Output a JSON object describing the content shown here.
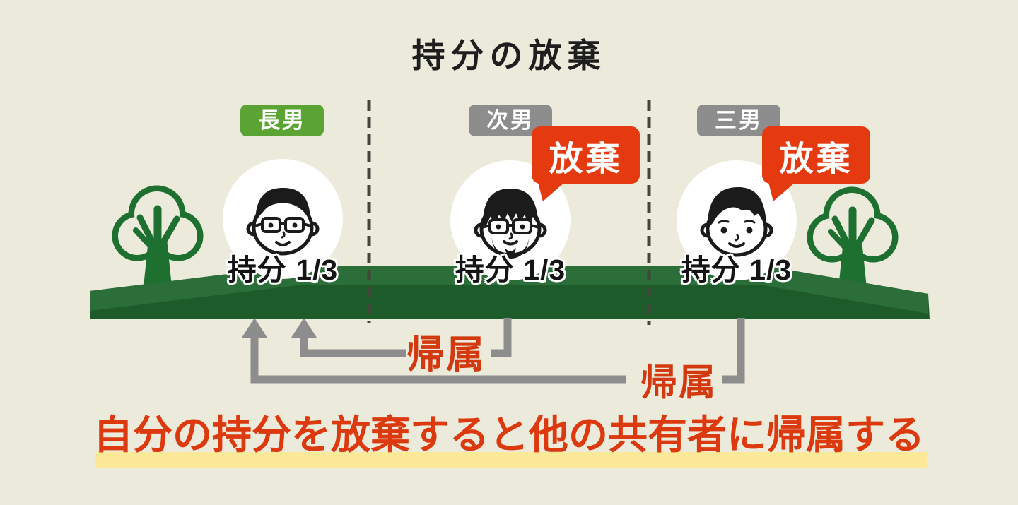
{
  "title": "持分の放棄",
  "people": [
    {
      "badge": "長男",
      "share": "持分 1/3"
    },
    {
      "badge": "次男",
      "share": "持分 1/3",
      "bubble": "放棄"
    },
    {
      "badge": "三男",
      "share": "持分 1/3",
      "bubble": "放棄"
    }
  ],
  "arrows": [
    {
      "label": "帰属"
    },
    {
      "label": "帰属"
    }
  ],
  "caption": "自分の持分を放棄すると他の共有者に帰属する",
  "colors": {
    "background": "#ebeadb",
    "land_top": "#2c6e39",
    "land_front": "#1d5c2a",
    "tree_green": "#1e7030",
    "badge_green": "#5ba433",
    "badge_gray": "#8d8d8d",
    "bubble_red": "#e53a10",
    "accent_red": "#d4380e",
    "caption_red": "#dc390e",
    "highlight_yellow": "#fbe998",
    "line_gray": "#8d8d8d",
    "dash_gray": "#45453c",
    "ink_black": "#1b1b1b"
  }
}
